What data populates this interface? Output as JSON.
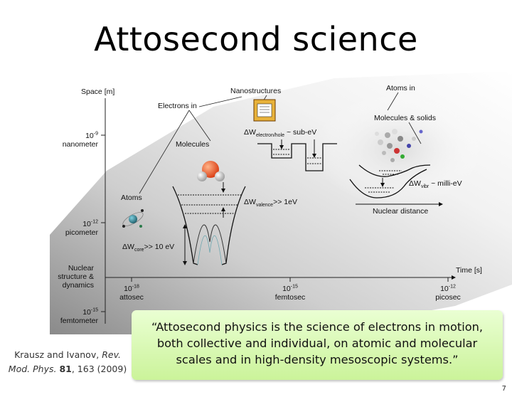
{
  "slide": {
    "title": "Attosecond science",
    "page_number": "7"
  },
  "figure": {
    "y_axis_label": "Space [m]",
    "x_axis_label": "Time [s]",
    "y_ticks": [
      {
        "exp": "10",
        "sup": "-9",
        "name": "nanometer"
      },
      {
        "exp": "10",
        "sup": "-12",
        "name": "picometer"
      },
      {
        "exp": "Nuclear",
        "sup": "",
        "name": "structure &"
      },
      {
        "exp": "10",
        "sup": "-15",
        "name": "femtometer"
      }
    ],
    "y_tick_extra": "dynamics",
    "x_ticks": [
      {
        "exp": "10",
        "sup": "-18",
        "name": "attosec"
      },
      {
        "exp": "10",
        "sup": "-15",
        "name": "femtosec"
      },
      {
        "exp": "10",
        "sup": "-12",
        "name": "picosec"
      }
    ],
    "labels": {
      "nanostructures": "Nanostructures",
      "electrons_in": "Electrons in",
      "molecules": "Molecules",
      "atoms": "Atoms",
      "atoms_in": "Atoms in",
      "molecules_solids": "Molecules & solids",
      "nuclear_distance": "Nuclear distance",
      "dw_electron_hole_sub": "electron/hole",
      "dw_electron_hole_val": " ~ sub-eV",
      "dw_valence_sub": "valence",
      "dw_valence_val": ">> 1eV",
      "dw_core_sub": "core",
      "dw_core_val": ">> 10 eV",
      "dw_vibr_sub": "vibr",
      "dw_vibr_val": " ~ milli-eV",
      "delta_w": "ΔW"
    }
  },
  "quote": {
    "line1": "“Attosecond physics is the science of electrons in motion,",
    "line2": "both collective and individual, on atomic and molecular",
    "line3": "scales and in high-density mesoscopic systems.”"
  },
  "citation": {
    "authors": "Krausz and Ivanov,",
    "journal_a": "Rev.",
    "journal_b": "Mod. Phys.",
    "volume": "81",
    "pages_year": ", 163 (2009)"
  }
}
